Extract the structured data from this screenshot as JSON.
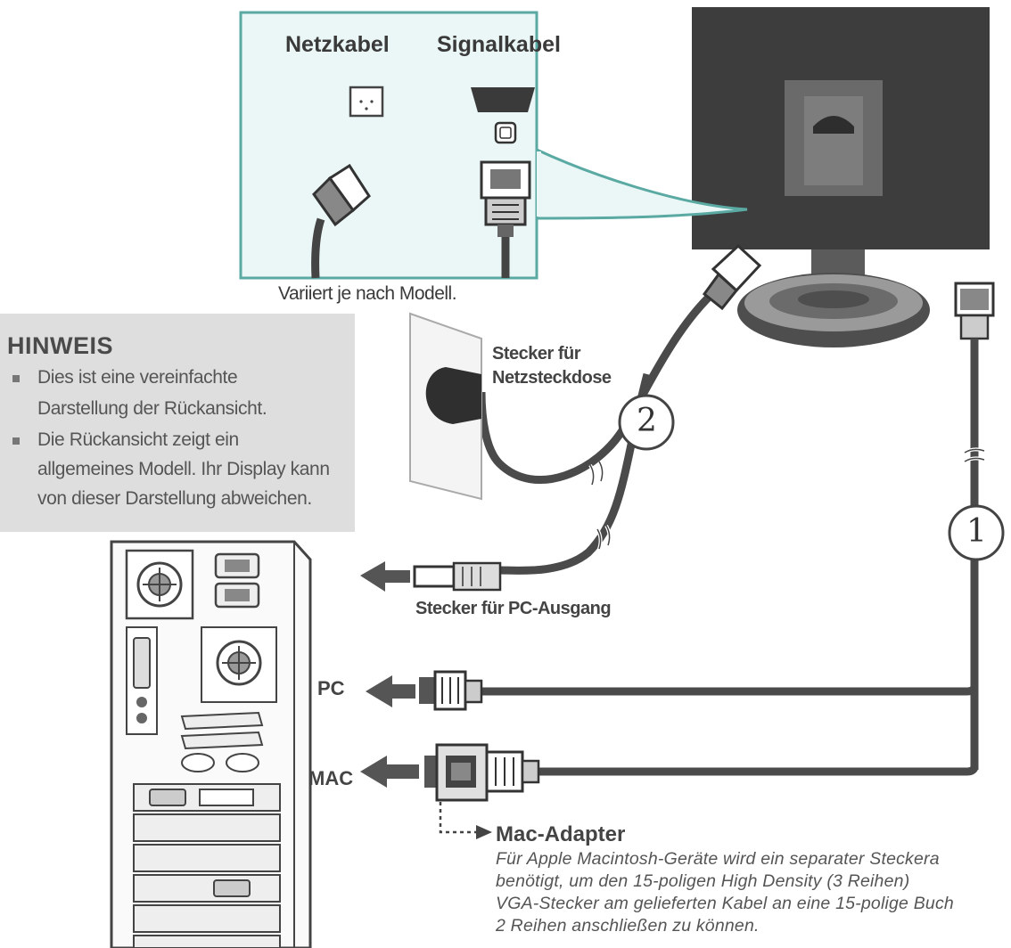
{
  "inset": {
    "power_cable_label": "Netzkabel",
    "signal_cable_label": "Signalkabel",
    "variant_note": "Variiert je nach Modell."
  },
  "note": {
    "heading": "HINWEIS",
    "line1": "Dies ist eine vereinfachte",
    "line2": "Darstellung der Rückansicht.",
    "line3": "Die Rückansicht zeigt ein",
    "line4": "allgemeines Modell. Ihr Display kann",
    "line5": "von dieser Darstellung abweichen."
  },
  "labels": {
    "wall_plug_line1": "Stecker für",
    "wall_plug_line2": "Netzsteckdose",
    "pc_plug": "Stecker für PC-Ausgang",
    "pc": "PC",
    "mac": "MAC",
    "step_power": "2",
    "step_signal": "1"
  },
  "adapter": {
    "title": "Mac-Adapter",
    "line1": "Für Apple Macintosh-Geräte wird ein separater Steckera",
    "line2": "benötigt, um den 15-poligen High Density (3 Reihen)",
    "line3": "VGA-Stecker am gelieferten Kabel an eine 15-polige Buch",
    "line4": "2 Reihen anschließen zu können."
  },
  "colors": {
    "monitor": "#3d3d3d",
    "cable": "#4a4a4a",
    "inset_border": "#5aa9a3",
    "inset_fill": "#eaf7f6",
    "note_fill": "#dedede"
  }
}
